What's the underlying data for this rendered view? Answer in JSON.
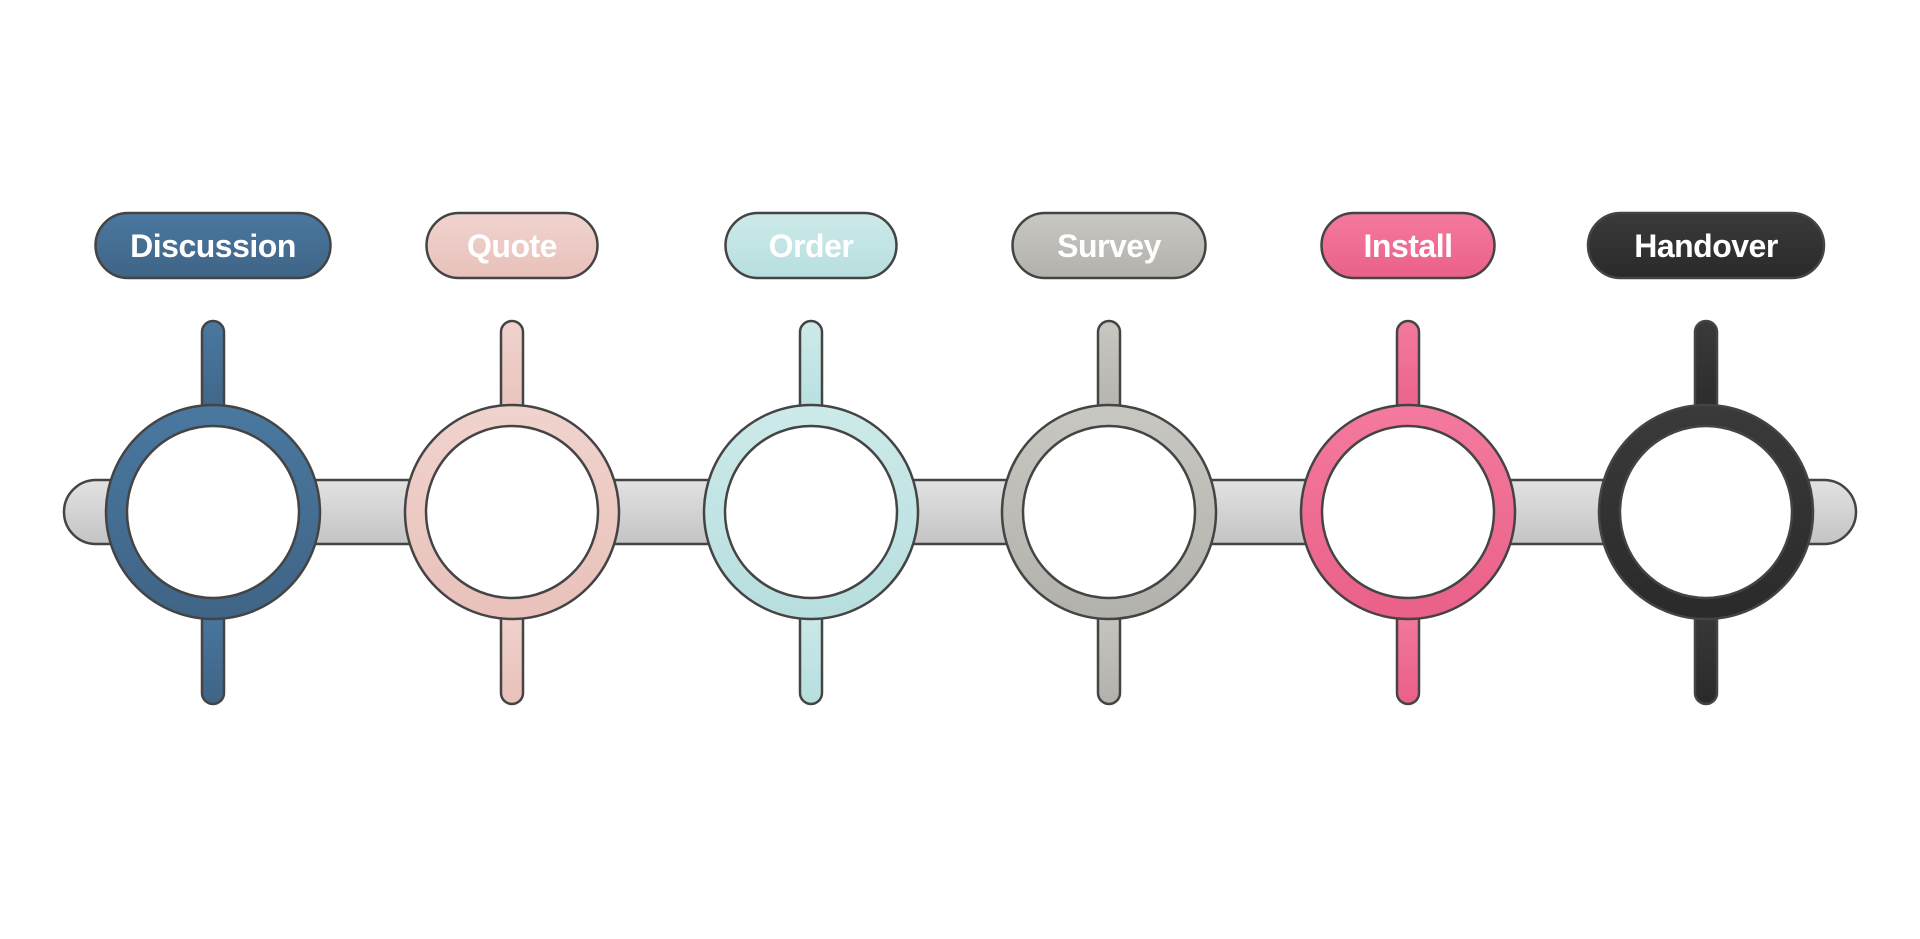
{
  "steps": [
    {
      "label": "Discussion",
      "color": "#4a78a0",
      "dark": "#3f6486"
    },
    {
      "label": "Quote",
      "color": "#f1d3ce",
      "dark": "#e8c1ba"
    },
    {
      "label": "Order",
      "color": "#cdeaea",
      "dark": "#b7dede"
    },
    {
      "label": "Survey",
      "color": "#c9c7c2",
      "dark": "#b3b1ab"
    },
    {
      "label": "Install",
      "color": "#f47a9e",
      "dark": "#ea6089"
    },
    {
      "label": "Handover",
      "color": "#3a3a3a",
      "dark": "#2a2a2a"
    }
  ],
  "track_color": "#d2d2d2",
  "outline_color": "#444444"
}
